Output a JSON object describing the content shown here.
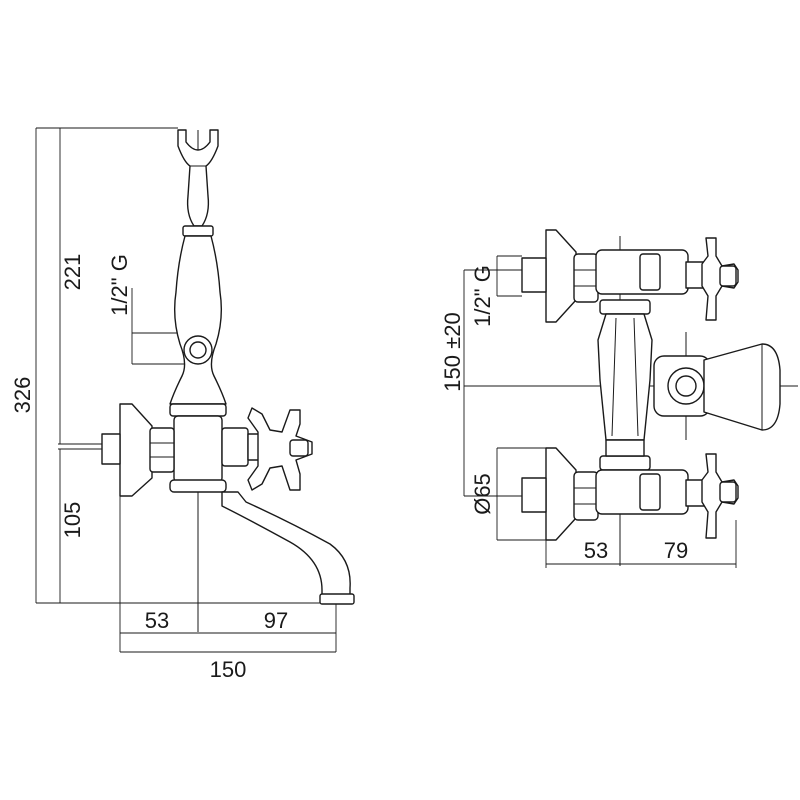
{
  "colors": {
    "line": "#1a1a1a",
    "background": "#ffffff"
  },
  "side_view": {
    "dim_overall_height": "326",
    "dim_upper_height": "221",
    "dim_lower_height": "105",
    "dim_thread": "1/2\" G",
    "dim_left_offset": "53",
    "dim_spout_reach": "97",
    "dim_overall_width": "150"
  },
  "front_view": {
    "dim_thread": "1/2\" G",
    "dim_centres": "150 ±20",
    "dim_flange_diameter": "Ø65",
    "dim_left_offset": "53",
    "dim_right_offset": "79"
  }
}
